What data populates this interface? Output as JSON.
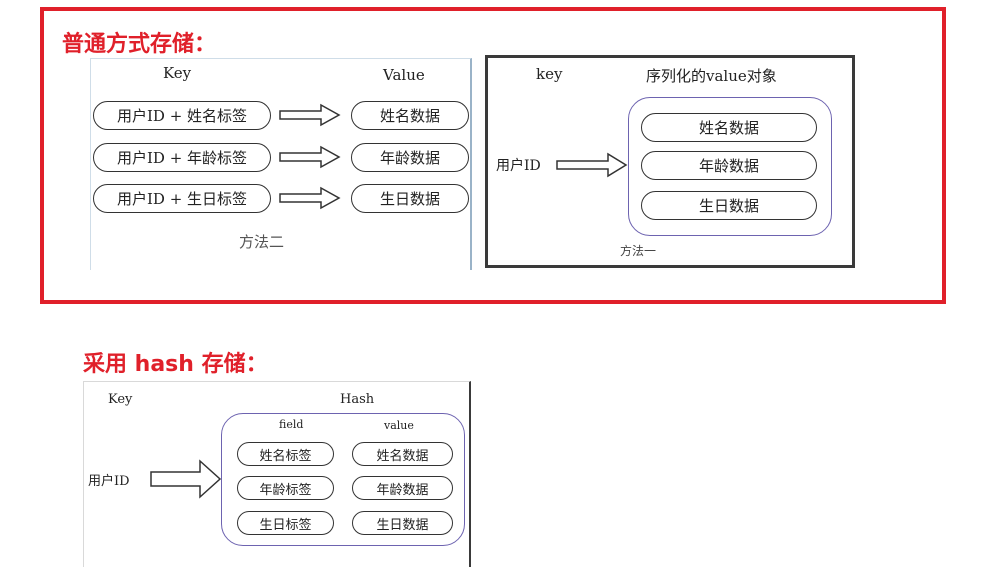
{
  "section_normal": {
    "heading": "普通方式存储：",
    "method2": {
      "key_header": "Key",
      "value_header": "Value",
      "rows": [
        {
          "key": "用户ID + 姓名标签",
          "value": "姓名数据"
        },
        {
          "key": "用户ID + 年龄标签",
          "value": "年龄数据"
        },
        {
          "key": "用户ID + 生日标签",
          "value": "生日数据"
        }
      ],
      "caption": "方法二"
    },
    "method1": {
      "key_header": "key",
      "value_header": "序列化的value对象",
      "user_id": "用户ID",
      "values": [
        "姓名数据",
        "年龄数据",
        "生日数据"
      ],
      "caption": "方法一"
    }
  },
  "section_hash": {
    "heading": "采用 hash 存储：",
    "key_header": "Key",
    "hash_header": "Hash",
    "field_header": "field",
    "value_header": "value",
    "user_id": "用户ID",
    "fields": [
      "姓名标签",
      "年龄标签",
      "生日标签"
    ],
    "values": [
      "姓名数据",
      "年龄数据",
      "生日数据"
    ]
  },
  "colors": {
    "highlight_border": "#e0202a",
    "heading": "#e0202a",
    "container_border": "#6d63b0"
  }
}
